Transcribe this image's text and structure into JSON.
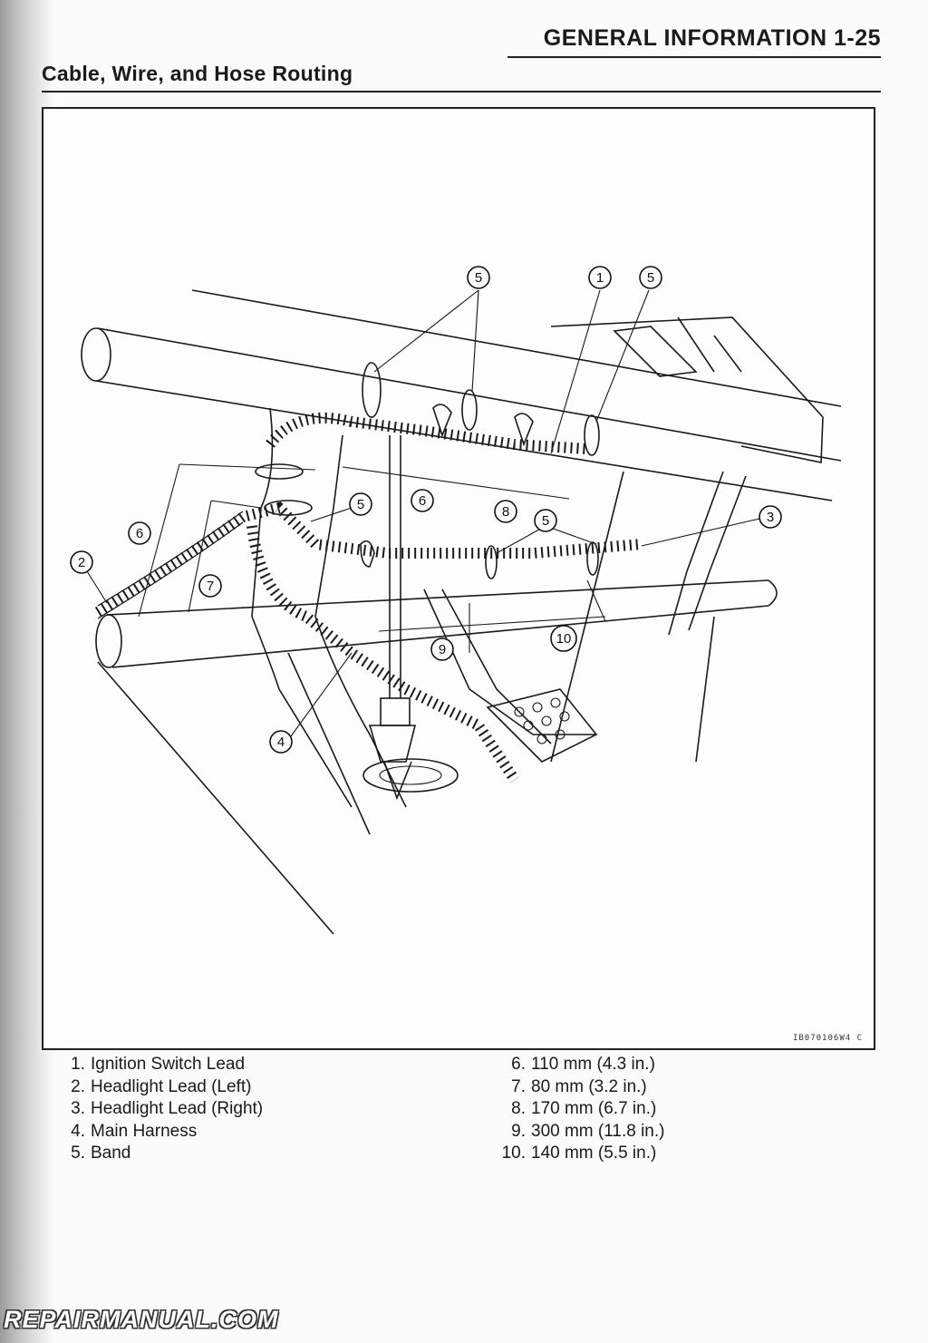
{
  "header": {
    "title": "GENERAL INFORMATION 1-25"
  },
  "section": {
    "title": "Cable, Wire, and Hose Routing"
  },
  "figure": {
    "code": "IB070106W4 C",
    "callouts": [
      "1",
      "2",
      "3",
      "4",
      "5",
      "6",
      "7",
      "8",
      "9",
      "10"
    ]
  },
  "legend": {
    "left": [
      {
        "num": "1.",
        "text": "Ignition Switch Lead"
      },
      {
        "num": "2.",
        "text": "Headlight Lead (Left)"
      },
      {
        "num": "3.",
        "text": "Headlight Lead (Right)"
      },
      {
        "num": "4.",
        "text": "Main Harness"
      },
      {
        "num": "5.",
        "text": "Band"
      }
    ],
    "right": [
      {
        "num": "6.",
        "text": "110 mm (4.3 in.)"
      },
      {
        "num": "7.",
        "text": "80 mm (3.2 in.)"
      },
      {
        "num": "8.",
        "text": "170 mm (6.7 in.)"
      },
      {
        "num": "9.",
        "text": "300 mm (11.8 in.)"
      },
      {
        "num": "10.",
        "text": "140 mm (5.5 in.)"
      }
    ]
  },
  "watermark": {
    "text": "REPAIRMANUAL.COM"
  }
}
